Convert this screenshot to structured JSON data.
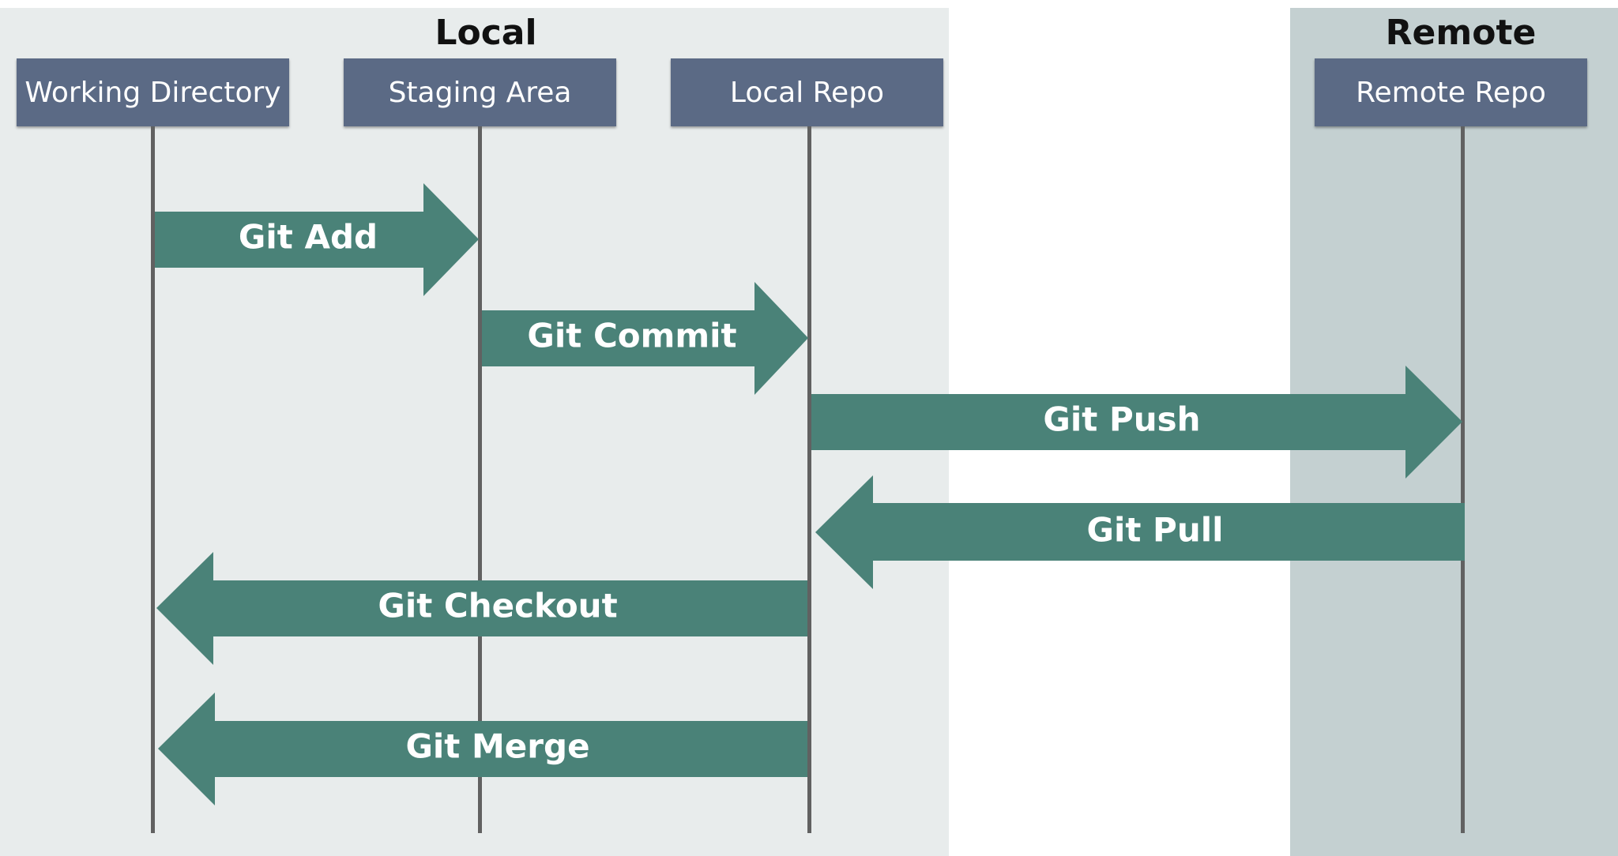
{
  "colors": {
    "local_bg": "#e8ecec",
    "remote_bg": "#c4d0d1",
    "stage_box": "#5b6a85",
    "lifeline": "#616161",
    "arrow": "#4a8278",
    "arrow_text": "#ffffff"
  },
  "zones": {
    "local": {
      "title": "Local"
    },
    "remote": {
      "title": "Remote"
    }
  },
  "stages": [
    {
      "id": "working-directory",
      "label": "Working Directory"
    },
    {
      "id": "staging-area",
      "label": "Staging Area"
    },
    {
      "id": "local-repo",
      "label": "Local Repo"
    },
    {
      "id": "remote-repo",
      "label": "Remote Repo"
    }
  ],
  "commands": [
    {
      "id": "git-add",
      "label": "Git Add",
      "from": "working-directory",
      "to": "staging-area"
    },
    {
      "id": "git-commit",
      "label": "Git Commit",
      "from": "staging-area",
      "to": "local-repo"
    },
    {
      "id": "git-push",
      "label": "Git Push",
      "from": "local-repo",
      "to": "remote-repo"
    },
    {
      "id": "git-pull",
      "label": "Git Pull",
      "from": "remote-repo",
      "to": "local-repo"
    },
    {
      "id": "git-checkout",
      "label": "Git Checkout",
      "from": "local-repo",
      "to": "working-directory"
    },
    {
      "id": "git-merge",
      "label": "Git Merge",
      "from": "local-repo",
      "to": "working-directory"
    }
  ]
}
